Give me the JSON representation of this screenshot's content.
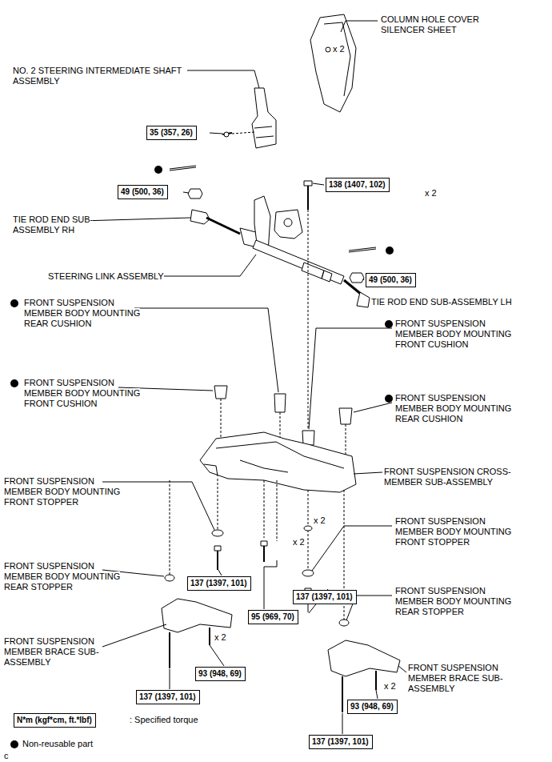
{
  "diagram": {
    "nodes": [
      {
        "text": [
          "35 (357, 26)"
        ]
      },
      {
        "text": [
          "49 (500, 36)"
        ]
      },
      {
        "text": [
          "138 (1407, 102)"
        ]
      },
      {
        "text": [
          "49 (500, 36)"
        ]
      },
      {
        "text": [
          "137 (1397, 101)"
        ]
      },
      {
        "text": [
          "95 (969, 70)"
        ]
      },
      {
        "text": [
          "137 (1397, 101)"
        ]
      },
      {
        "text": [
          "93 (948, 69)"
        ]
      },
      {
        "text": [
          "137 (1397, 101)"
        ]
      },
      {
        "text": [
          "93 (948, 69)"
        ]
      },
      {
        "text": [
          "137 (1397, 101)"
        ]
      },
      {
        "text": [
          "N*m (kgf*cm, ft.*lbf)"
        ]
      }
    ],
    "labels": [
      "COLUMN HOLE COVER SILENCER SHEET",
      "x 2",
      "NO. 2 STEERING INTERMEDIATE SHAFT ASSEMBLY",
      "x 2",
      "TIE ROD END SUB-ASSEMBLY RH",
      "STEERING LINK ASSEMBLY",
      "TIE ROD END SUB-ASSEMBLY LH",
      "FRONT SUSPENSION MEMBER BODY MOUNTING REAR CUSHION",
      "FRONT SUSPENSION MEMBER BODY MOUNTING FRONT CUSHION",
      "FRONT SUSPENSION MEMBER BODY MOUNTING FRONT CUSHION",
      "FRONT SUSPENSION MEMBER BODY MOUNTING REAR CUSHION",
      "FRONT SUSPENSION CROSS-MEMBER SUB-ASSEMBLY",
      "FRONT SUSPENSION MEMBER BODY MOUNTING FRONT STOPPER",
      "x 2",
      "FRONT SUSPENSION MEMBER BODY MOUNTING FRONT STOPPER",
      "x 2",
      "FRONT SUSPENSION MEMBER BODY MOUNTING REAR STOPPER",
      "FRONT SUSPENSION MEMBER BODY MOUNTING REAR STOPPER",
      "FRONT SUSPENSION MEMBER BRACE SUB-ASSEMBLY",
      "x 2",
      "FRONT SUSPENSION MEMBER BRACE SUB-ASSEMBLY",
      "x 2",
      ": Specified torque",
      "c"
    ],
    "legend": [
      {
        "text": "Non-reusable part"
      }
    ]
  }
}
